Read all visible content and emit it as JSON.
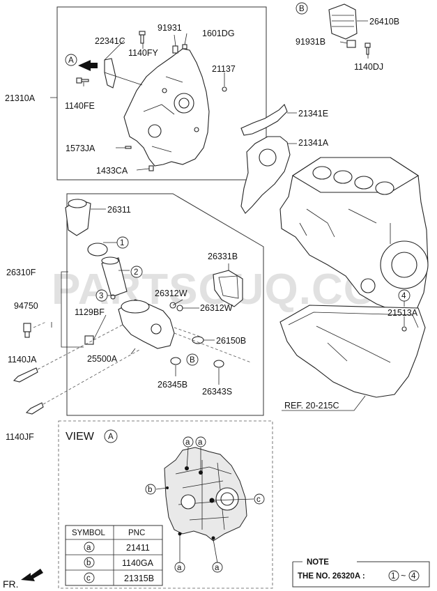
{
  "watermark": "PARTSOUQ.COM",
  "labels": {
    "l21310A": "21310A",
    "l22341C": "22341C",
    "l91931": "91931",
    "l1601DG": "1601DG",
    "l1140FY": "1140FY",
    "l21137": "21137",
    "l1140FE": "1140FE",
    "l1573JA": "1573JA",
    "l1433CA": "1433CA",
    "l26410B": "26410B",
    "l91931B": "91931B",
    "l1140DJ": "1140DJ",
    "l21341E": "21341E",
    "l21341A": "21341A",
    "l26311": "26311",
    "l26310F": "26310F",
    "l94750": "94750",
    "l1129BF": "1129BF",
    "l26331B": "26331B",
    "l26312W_a": "26312W",
    "l26312W_b": "26312W",
    "l26150B": "26150B",
    "l25500A": "25500A",
    "l26345B": "26345B",
    "l26343S": "26343S",
    "l1140JA": "1140JA",
    "l1140JF": "1140JF",
    "l21513A": "21513A",
    "ref": "REF. 20-215C",
    "fr": "FR."
  },
  "callouts": {
    "A": "A",
    "B": "B",
    "c1": "1",
    "c2": "2",
    "c3": "3",
    "c4": "4",
    "a": "a",
    "b": "b",
    "c": "c"
  },
  "view": {
    "title": "VIEW",
    "letter": "A"
  },
  "table": {
    "headers": [
      "SYMBOL",
      "PNC"
    ],
    "rows": [
      {
        "symbol": "a",
        "pnc": "21411"
      },
      {
        "symbol": "b",
        "pnc": "1140GA"
      },
      {
        "symbol": "c",
        "pnc": "21315B"
      }
    ]
  },
  "note": {
    "title": "NOTE",
    "text": "THE NO. 26320A :",
    "from": "1",
    "tilde": "~",
    "to": "4"
  }
}
